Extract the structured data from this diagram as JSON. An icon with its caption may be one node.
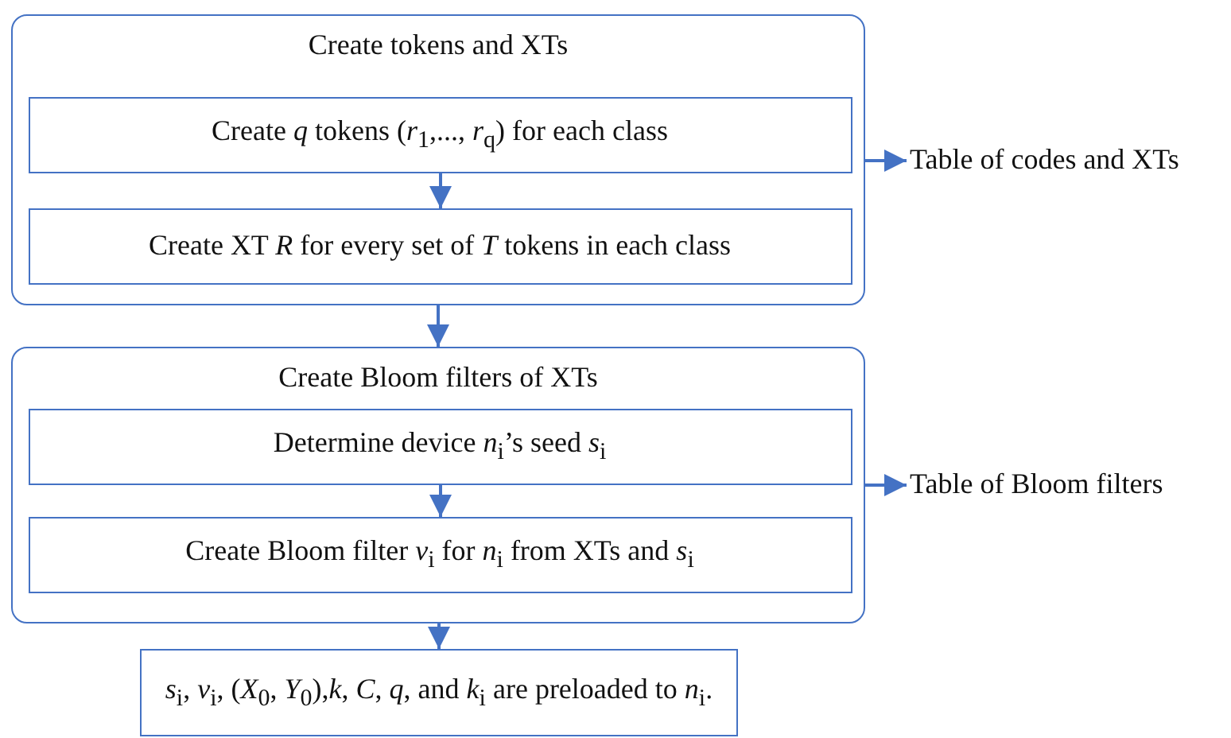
{
  "diagram": {
    "nodes": [
      {
        "text": [
          "Create tokens and XTs"
        ]
      },
      {
        "text": [
          "Create *q* tokens (*r*$_{1}$,..., *r*$_{q}$) for each class"
        ],
        "in": 0
      },
      {
        "text": [
          "Create XT *R* for every set of *T* tokens in each class"
        ],
        "in": 0
      },
      {
        "text": [
          "Table of codes and XTs"
        ]
      },
      {
        "text": [
          "Create Bloom filters of XTs"
        ]
      },
      {
        "text": [
          "Determine device *n*$_{i}$’s seed *s*$_{i}$"
        ],
        "in": 4
      },
      {
        "text": [
          "Create Bloom filter *v*$_{i}$ for *n*$_{i}$ from XTs and *s*$_{i}$"
        ],
        "in": 4
      },
      {
        "text": [
          "Table of Bloom filters"
        ]
      },
      {
        "text": [
          "*s*$_{i}$, *v*$_{i}$, (*X*$_{0}$, *Y*$_{0}$),*k*, *C*, *q*, and *k*$_{i}$ are preloaded to *n*$_{i}$."
        ]
      }
    ],
    "edges": [
      {
        "from": 1,
        "to": 2,
        "arrow": "to"
      },
      {
        "from": 0,
        "to": 3,
        "arrow": "to"
      },
      {
        "from": 0,
        "to": 4,
        "arrow": "to"
      },
      {
        "from": 5,
        "to": 6,
        "arrow": "to"
      },
      {
        "from": 4,
        "to": 7,
        "arrow": "to"
      },
      {
        "from": 4,
        "to": 8,
        "arrow": "to"
      }
    ]
  }
}
